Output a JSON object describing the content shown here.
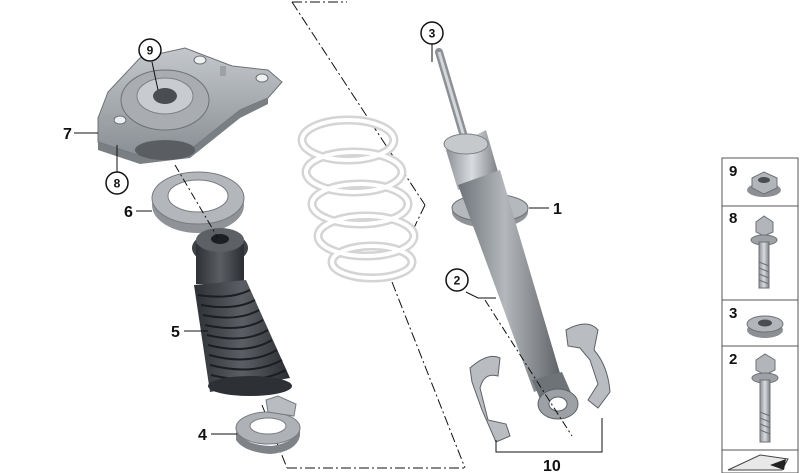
{
  "callouts": {
    "c1": "1",
    "c2": "2",
    "c3": "3",
    "c4": "4",
    "c5": "5",
    "c6": "6",
    "c7": "7",
    "c8": "8",
    "c9": "9",
    "c10": "10"
  },
  "legend": [
    {
      "number": "9",
      "icon": "nut-icon"
    },
    {
      "number": "8",
      "icon": "bolt-icon"
    },
    {
      "number": "3",
      "icon": "self-locking-nut-icon"
    },
    {
      "number": "2",
      "icon": "hex-bolt-icon"
    }
  ],
  "colors": {
    "part_gray": "#8a8f94",
    "part_dark": "#3c3f43",
    "spring": "#f2f2f2",
    "line": "#111111"
  }
}
